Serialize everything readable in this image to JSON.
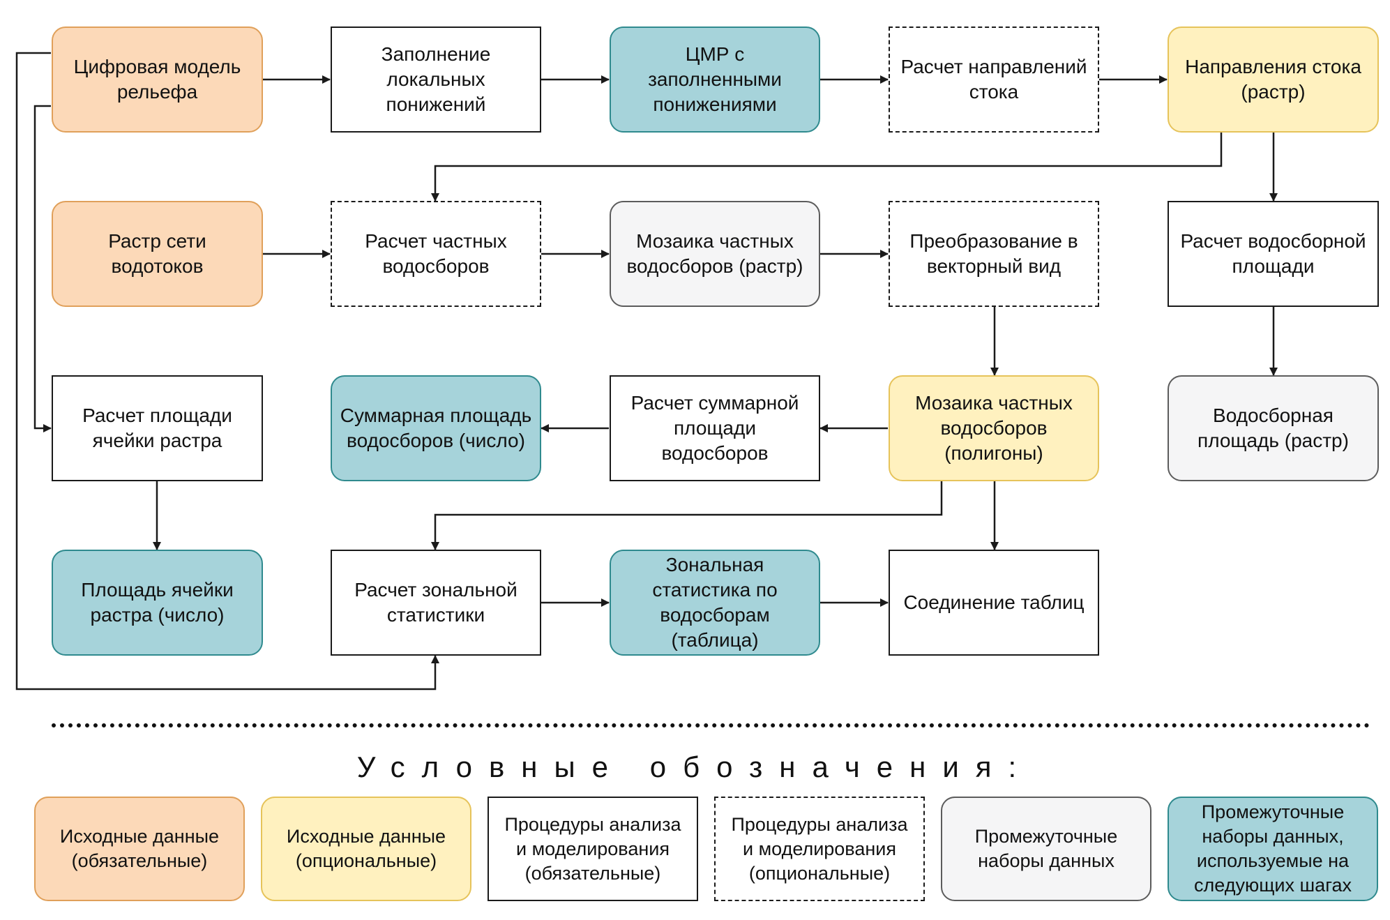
{
  "nodes": {
    "dem": {
      "label": "Цифровая модель\nрельефа",
      "kind": "src-req"
    },
    "fill": {
      "label": "Заполнение\nлокальных\nпонижений",
      "kind": "proc-req"
    },
    "dem_filled": {
      "label": "ЦМР с\nзаполненными\nпонижениями",
      "kind": "inter-used"
    },
    "flow_dir_calc": {
      "label": "Расчет направлений\nстока",
      "kind": "proc-opt"
    },
    "flow_dir": {
      "label": "Направления стока\n(растр)",
      "kind": "src-opt"
    },
    "streams": {
      "label": "Растр сети\nводотоков",
      "kind": "src-req"
    },
    "sub_calc": {
      "label": "Расчет частных\nводосборов",
      "kind": "proc-opt"
    },
    "sub_mosaic": {
      "label": "Мозаика частных\nводосборов (растр)",
      "kind": "inter"
    },
    "to_vector": {
      "label": "Преобразование в\nвекторный вид",
      "kind": "proc-opt"
    },
    "fa_calc": {
      "label": "Расчет водосборной\nплощади",
      "kind": "proc-req"
    },
    "cell_area_calc": {
      "label": "Расчет площади\nячейки растра",
      "kind": "proc-req"
    },
    "sum_area": {
      "label": "Суммарная площадь\nводосборов (число)",
      "kind": "inter-used"
    },
    "sum_area_calc": {
      "label": "Расчет суммарной\nплощади\nводосборов",
      "kind": "proc-req"
    },
    "sub_polys": {
      "label": "Мозаика частных\nводосборов\n(полигоны)",
      "kind": "src-opt"
    },
    "fa": {
      "label": "Водосборная\nплощадь (растр)",
      "kind": "inter"
    },
    "cell_area": {
      "label": "Площадь ячейки\nрастра (число)",
      "kind": "inter-used"
    },
    "zonal_calc": {
      "label": "Расчет зональной\nстатистики",
      "kind": "proc-req"
    },
    "zonal": {
      "label": "Зональная\nстатистика по\nводосборам\n(таблица)",
      "kind": "inter-used"
    },
    "join": {
      "label": "Соединение таблиц",
      "kind": "proc-req"
    }
  },
  "legend": {
    "title": "Условные обозначения:",
    "items": [
      {
        "label": "Исходные данные\n(обязательные)",
        "kind": "src-req"
      },
      {
        "label": "Исходные данные\n(опциональные)",
        "kind": "src-opt"
      },
      {
        "label": "Процедуры анализа\nи моделирования\n(обязательные)",
        "kind": "proc-req"
      },
      {
        "label": "Процедуры анализа\nи моделирования\n(опциональные)",
        "kind": "proc-opt"
      },
      {
        "label": "Промежуточные\nнаборы данных",
        "kind": "inter"
      },
      {
        "label": "Промежуточные\nнаборы данных,\nиспользуемые на\nследующих шагах",
        "kind": "inter-used"
      }
    ]
  },
  "colors": {
    "src_req_fill": "#fcd9b8",
    "src_req_border": "#e0a05a",
    "src_opt_fill": "#fff1bf",
    "src_opt_border": "#e6c35a",
    "inter_fill": "#f5f5f6",
    "inter_border": "#5c5c5c",
    "inter_used_fill": "#a6d3da",
    "inter_used_border": "#2f8a8e",
    "line": "#1a1a1a"
  }
}
